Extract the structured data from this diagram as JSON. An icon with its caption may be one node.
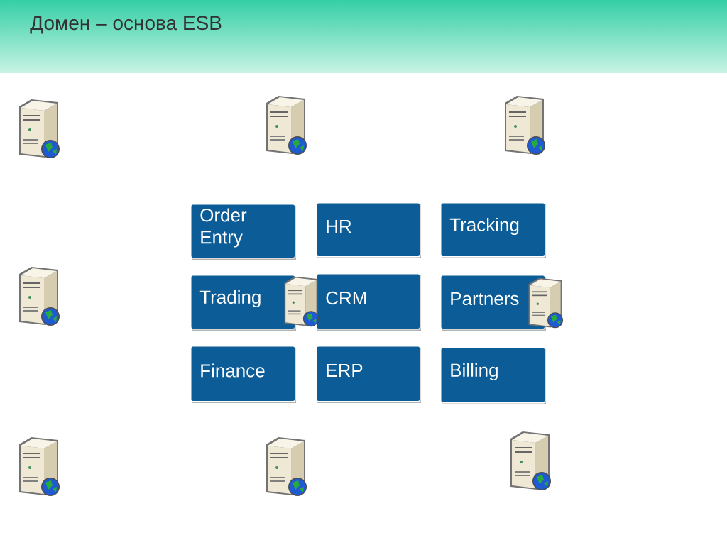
{
  "diagram": {
    "title": "Домен – основа ESB",
    "nodes": [
      {
        "text": [
          "Order Entry"
        ]
      },
      {
        "text": [
          "HR"
        ]
      },
      {
        "text": [
          "Tracking"
        ]
      },
      {
        "text": [
          "Trading"
        ]
      },
      {
        "text": [
          "CRM"
        ]
      },
      {
        "text": [
          "Partners"
        ]
      },
      {
        "text": [
          "Finance"
        ]
      },
      {
        "text": [
          "ERP"
        ]
      },
      {
        "text": [
          "Billing"
        ]
      }
    ]
  }
}
